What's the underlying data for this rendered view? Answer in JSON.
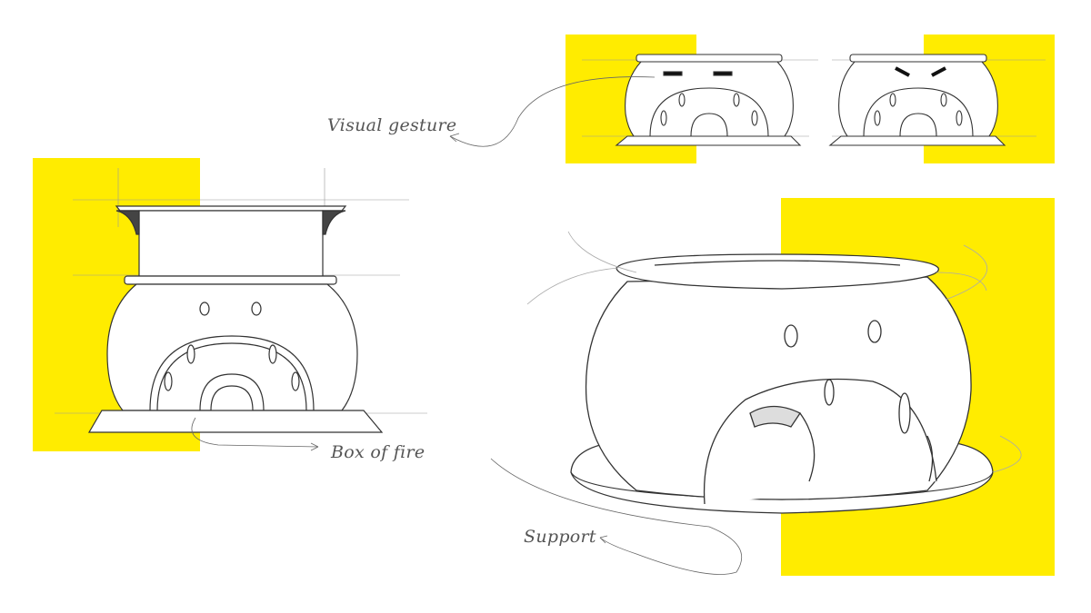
{
  "colors": {
    "accent_yellow": "#FFEC00",
    "line": "#333333",
    "background": "#FFFFFF"
  },
  "annotations": {
    "visual_gesture": "Visual gesture",
    "box_of_fire": "Box of fire",
    "support": "Support"
  }
}
